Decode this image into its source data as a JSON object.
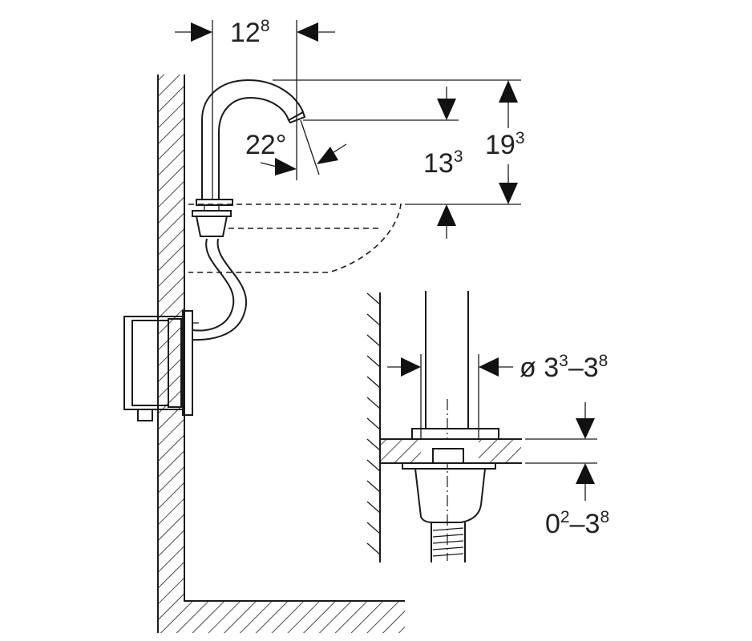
{
  "title": "Faucet installation dimensions diagram",
  "dimensions": {
    "spout_reach": {
      "main": "12",
      "sup": "8"
    },
    "spout_angle": "22°",
    "outlet_height": {
      "main": "13",
      "sup": "3"
    },
    "total_height": {
      "main": "19",
      "sup": "3"
    },
    "hole_diameter": {
      "prefix": "ø 3",
      "sup1": "3",
      "mid": "–3",
      "sup2": "8"
    },
    "deck_thickness": {
      "main": "0",
      "sup1": "2",
      "mid": "–3",
      "sup2": "8"
    }
  },
  "colors": {
    "line": "#1a1a1a",
    "background": "#ffffff"
  }
}
